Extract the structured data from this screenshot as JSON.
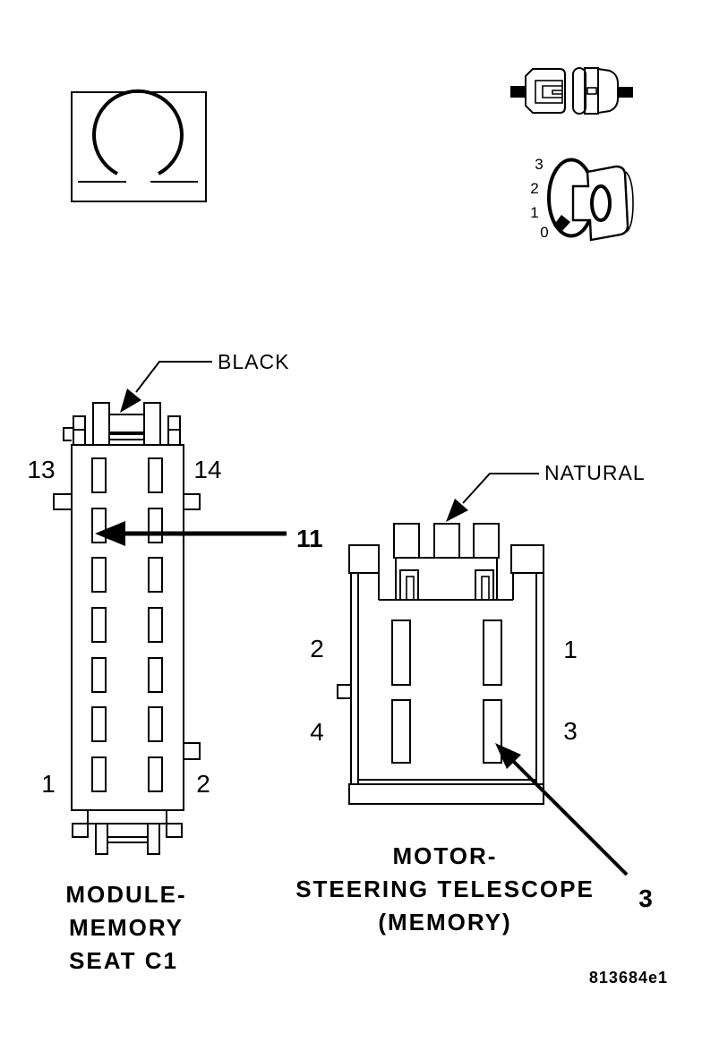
{
  "figure": {
    "code": "813684e1"
  },
  "test_icons": {
    "resistance_symbol": "omega-in-box",
    "connector_pair": "disconnected-connectors",
    "meter_dial": {
      "ticks": [
        "3",
        "2",
        "1",
        "0"
      ]
    }
  },
  "left_connector": {
    "color": "BLACK",
    "pins": {
      "top_left": "13",
      "top_right": "14",
      "bottom_left": "1",
      "bottom_right": "2"
    },
    "callout": "11",
    "title": [
      "MODULE-",
      "MEMORY",
      "SEAT C1"
    ]
  },
  "right_connector": {
    "color": "NATURAL",
    "pins": {
      "top_left": "2",
      "top_right": "1",
      "bottom_left": "4",
      "bottom_right": "3"
    },
    "callout": "3",
    "title": [
      "MOTOR-",
      "STEERING TELESCOPE",
      "(MEMORY)"
    ]
  }
}
